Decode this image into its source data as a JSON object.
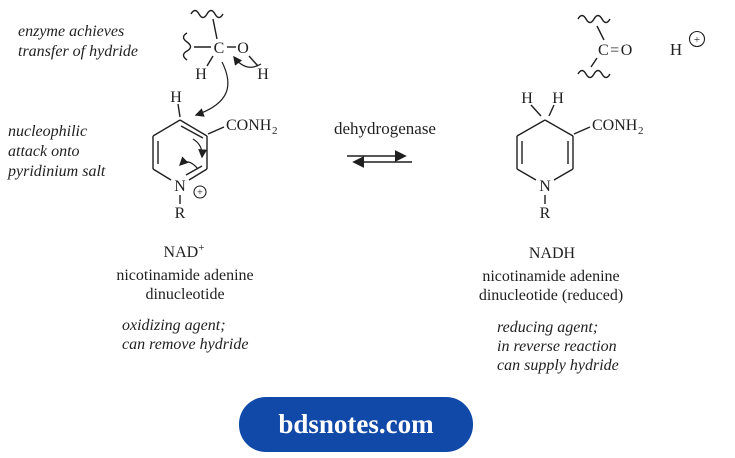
{
  "figure": {
    "colors": {
      "ink": "#1f1f1f",
      "button_bg": "#1149a8",
      "button_text": "#ffffff",
      "background": "#ffffff"
    },
    "annotations": {
      "enzyme": [
        "enzyme achieves",
        "transfer of hydride"
      ],
      "nucleophilic": [
        "nucleophilic",
        "attack onto",
        "pyridinium salt"
      ]
    },
    "center": {
      "enzyme_name": "dehydrogenase"
    },
    "left_molecule": {
      "substrate": {
        "c": "C",
        "o": "O",
        "h_on_c": "H",
        "h_on_o": "H"
      },
      "ring": {
        "h_top": "H",
        "amide": "CONH",
        "amide_sub": "2",
        "n": "N",
        "charge": "+",
        "r": "R"
      }
    },
    "right_molecule": {
      "substrate": {
        "co": "C=O",
        "h_plus": "H",
        "charge": "+"
      },
      "ring": {
        "h_left": "H",
        "h_right": "H",
        "amide": "CONH",
        "amide_sub": "2",
        "n": "N",
        "r": "R"
      }
    },
    "labels": {
      "nad": {
        "title": "NAD",
        "title_sup": "+",
        "line2": "nicotinamide adenine",
        "line3": "dinucleotide",
        "notes": [
          "oxidizing agent;",
          "can remove hydride"
        ]
      },
      "nadh": {
        "title": "NADH",
        "line2": "nicotinamide adenine",
        "line3": "dinucleotide (reduced)",
        "notes": [
          "reducing agent;",
          "in reverse reaction",
          "can supply hydride"
        ]
      }
    }
  },
  "button": {
    "label": "bdsnotes.com"
  }
}
